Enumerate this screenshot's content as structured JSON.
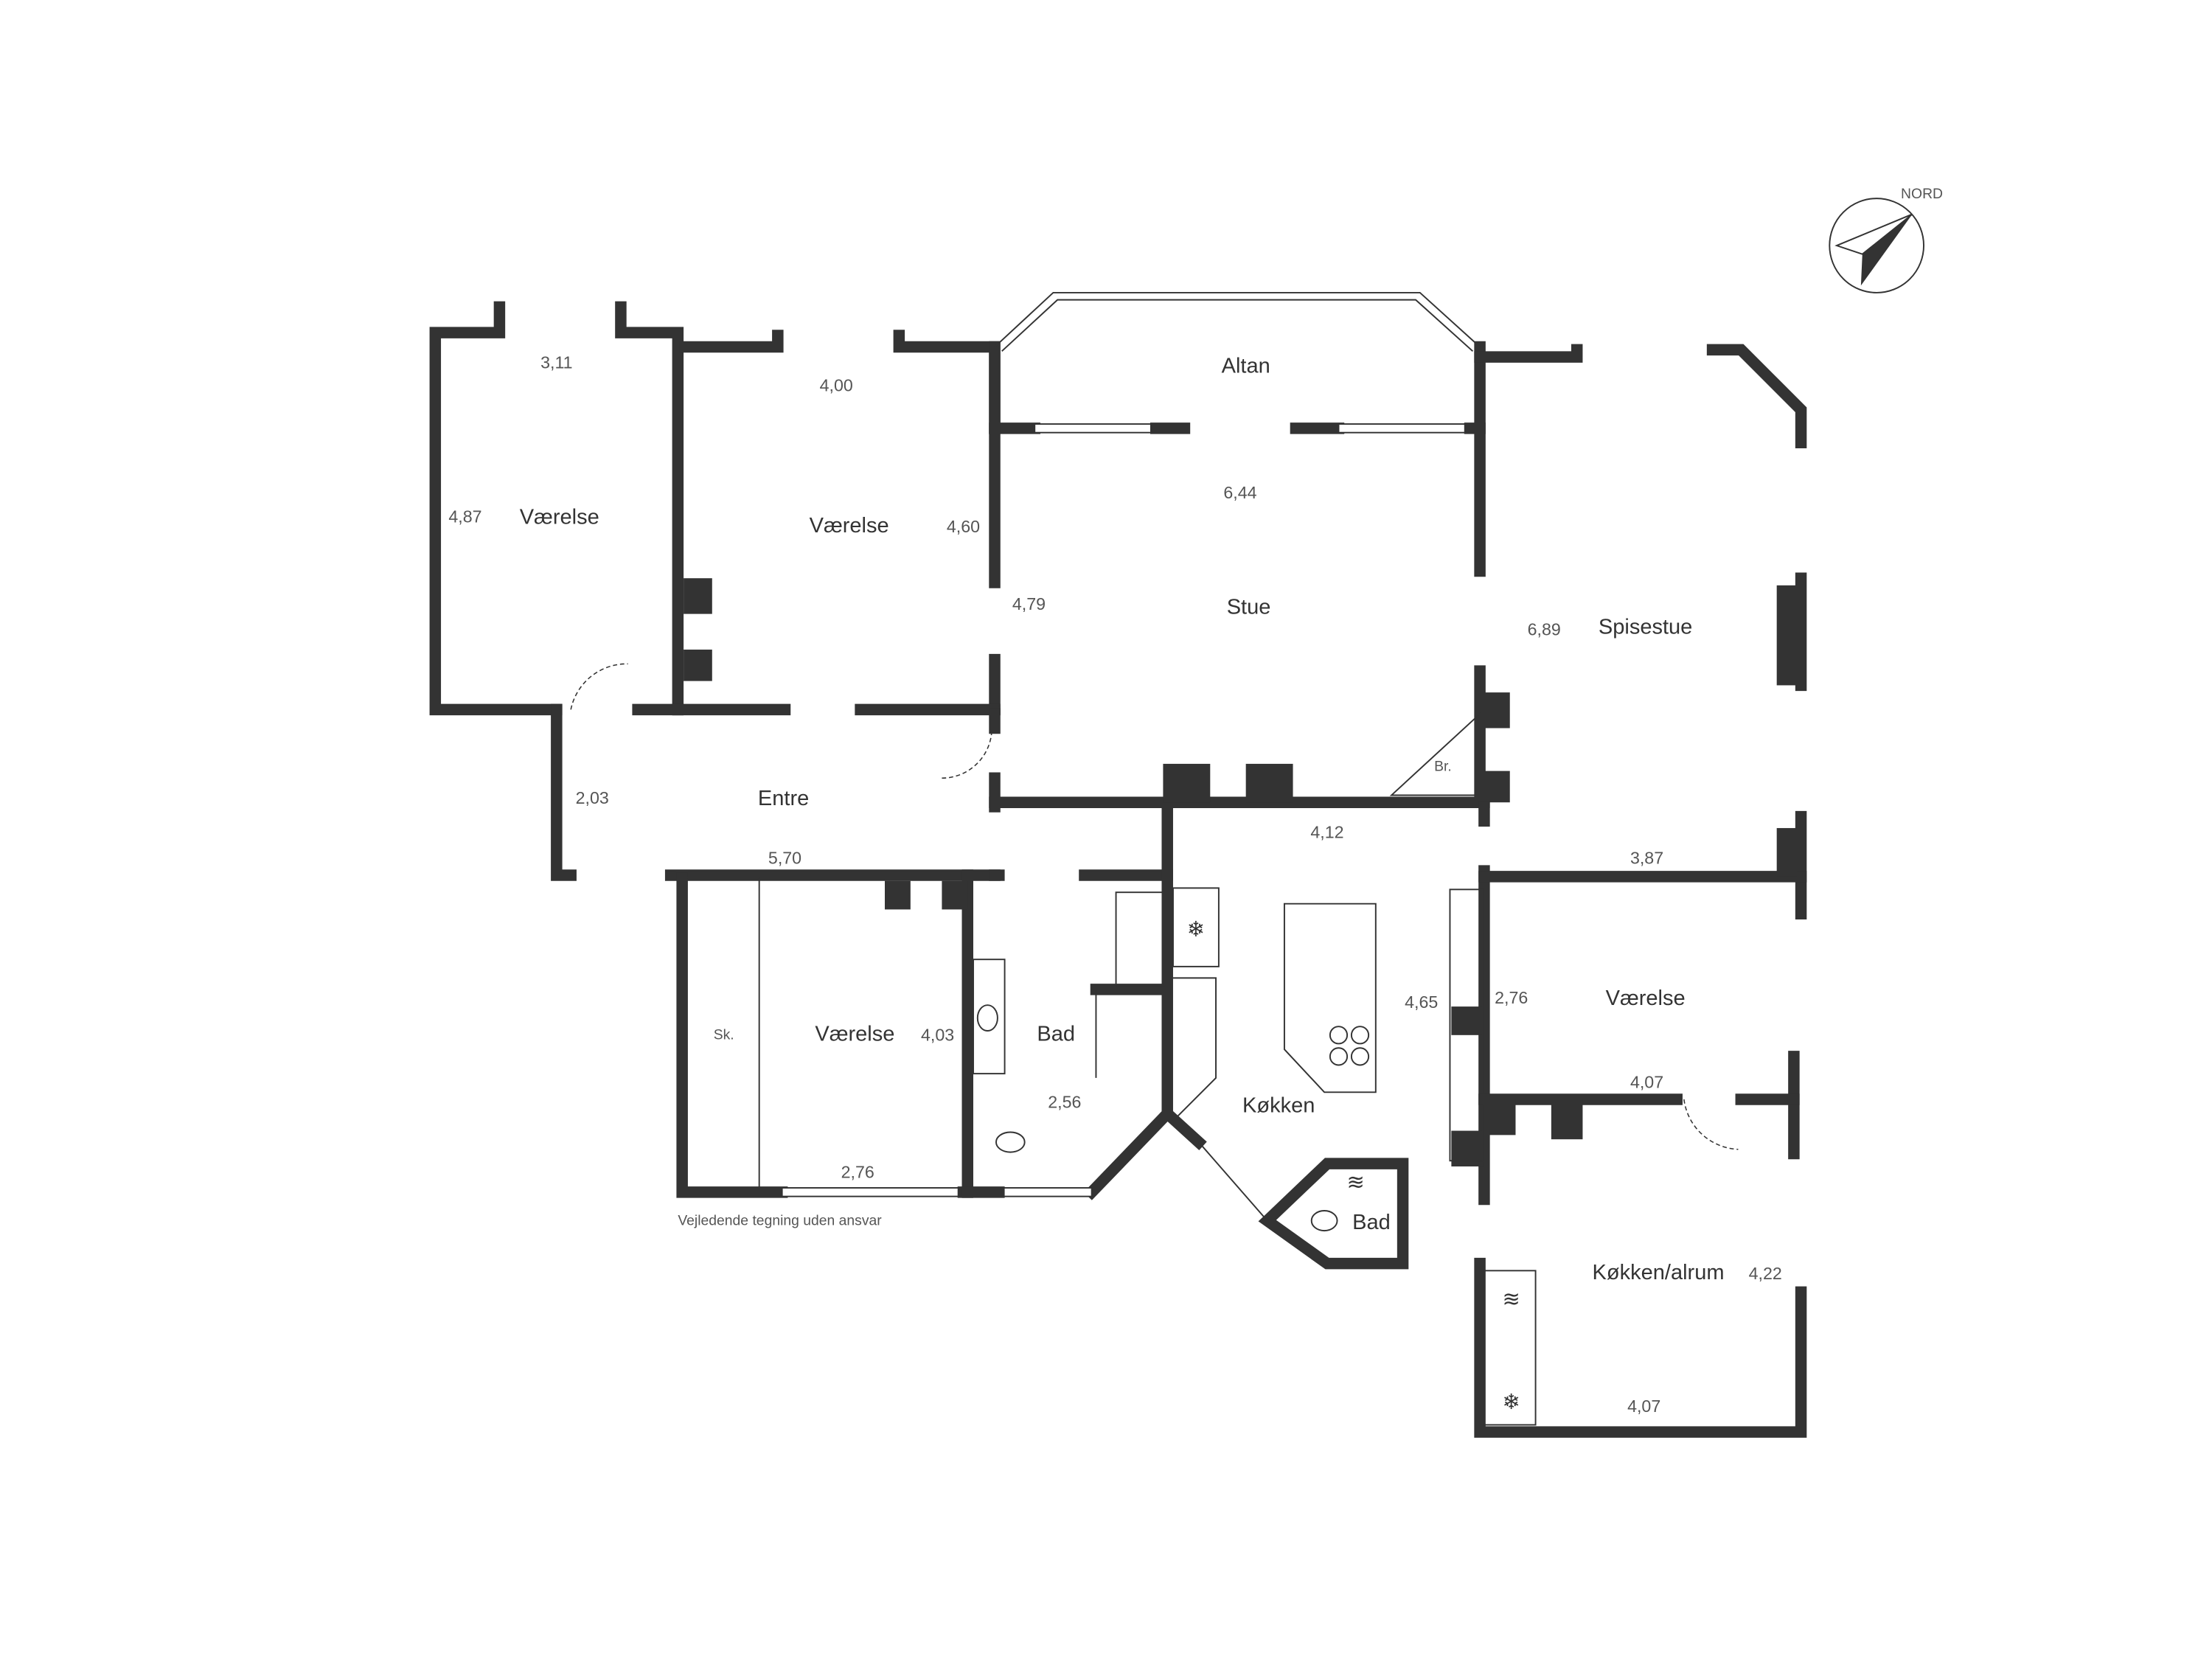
{
  "compass": {
    "label": "NORD"
  },
  "footer_note": "Vejledende tegning uden ansvar",
  "rooms": [
    {
      "name": "Værelse",
      "dims": [
        "3,11",
        "4,87"
      ]
    },
    {
      "name": "Værelse",
      "dims": [
        "4,00",
        "4,60"
      ]
    },
    {
      "name": "Altan"
    },
    {
      "name": "Stue",
      "dims": [
        "6,44",
        "4,79"
      ]
    },
    {
      "name": "Spisestue",
      "dims": [
        "6,89",
        "3,87"
      ]
    },
    {
      "name": "Entre",
      "dims": [
        "2,03",
        "5,70"
      ]
    },
    {
      "name": "Værelse",
      "dims": [
        "4,03",
        "2,76"
      ],
      "closet": "Sk."
    },
    {
      "name": "Bad",
      "dims": [
        "2,56"
      ]
    },
    {
      "name": "Køkken",
      "dims": [
        "4,12",
        "4,65"
      ]
    },
    {
      "name": "Bad"
    },
    {
      "name": "Værelse",
      "dims": [
        "2,76",
        "4,07"
      ]
    },
    {
      "name": "Køkken/alrum",
      "dims": [
        "4,22",
        "4,07"
      ]
    }
  ],
  "fireplace_label": "Br.",
  "colors": {
    "wall": "#333333",
    "background": "#ffffff"
  }
}
